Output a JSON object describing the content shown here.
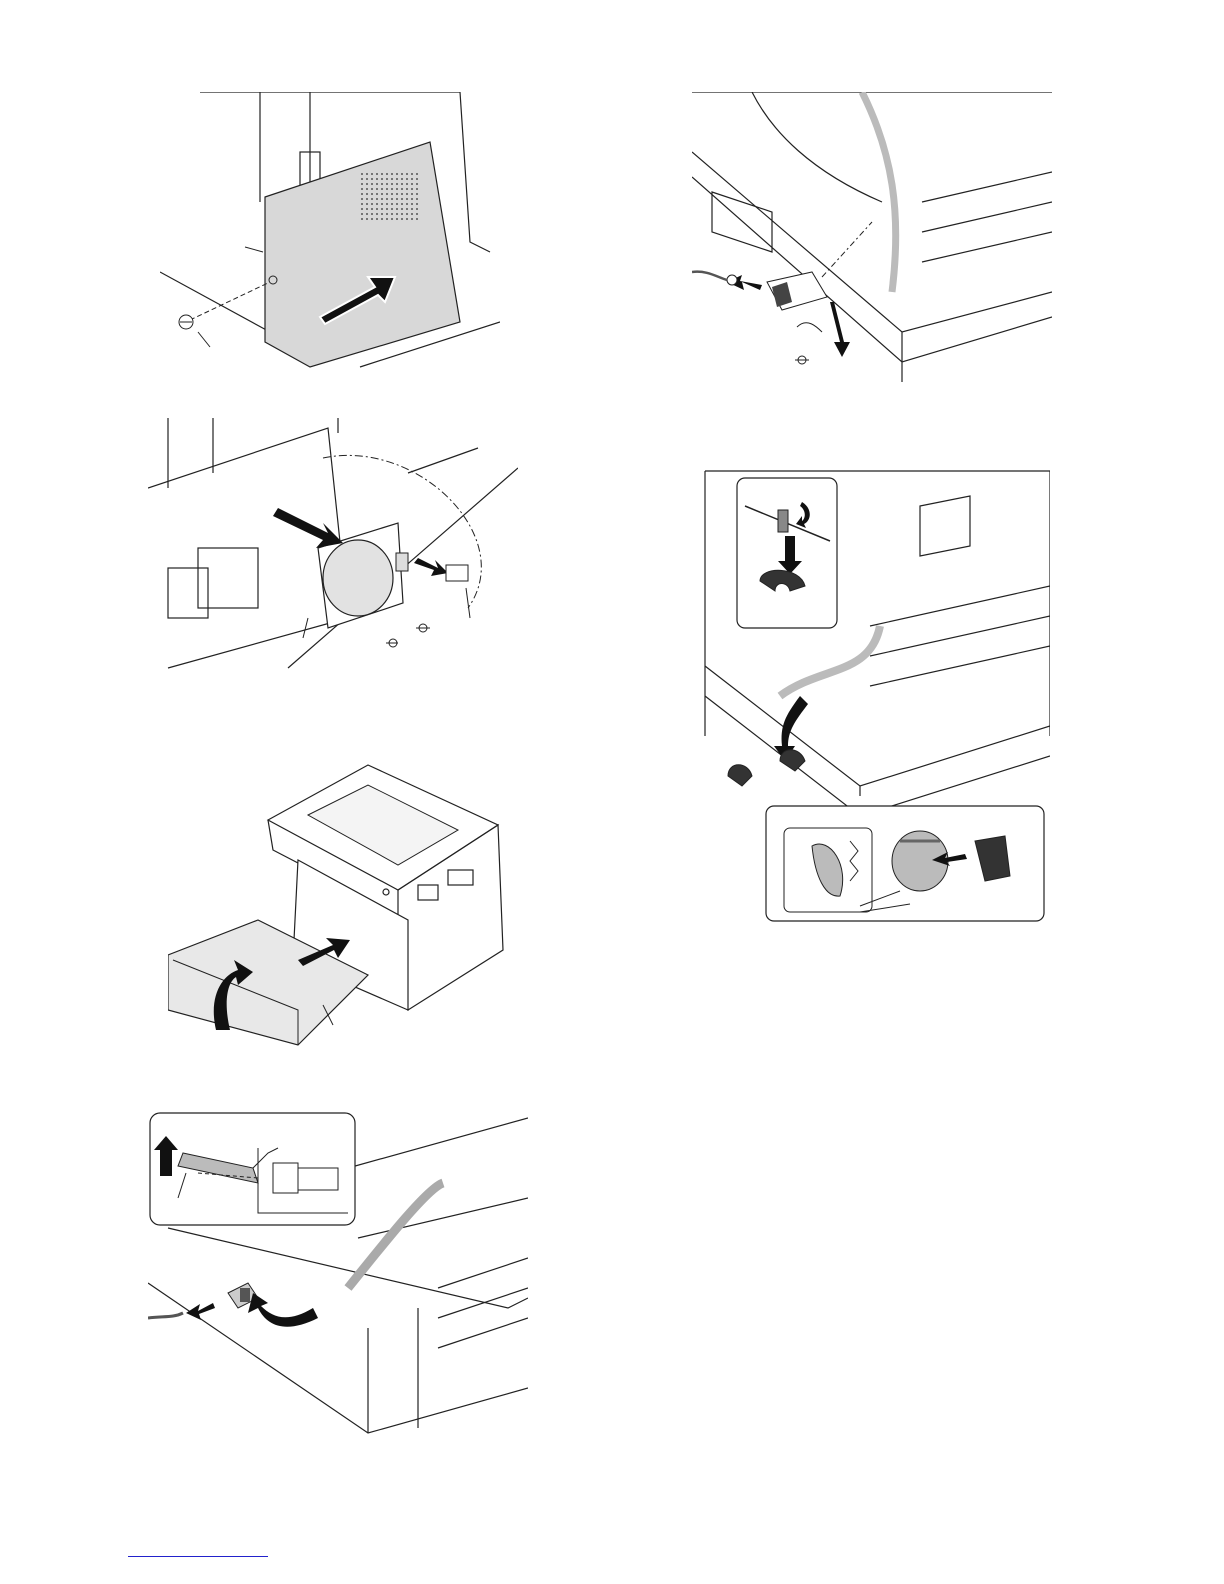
{
  "page": {
    "figures": [
      {
        "id": "fig-rear-cover",
        "icon": "rear-cover-removal-illustration"
      },
      {
        "id": "fig-motor-unit",
        "icon": "motor-unit-removal-illustration"
      },
      {
        "id": "fig-paper-tray",
        "icon": "paper-tray-removal-illustration"
      },
      {
        "id": "fig-pwb-connector",
        "icon": "connector-lever-illustration"
      },
      {
        "id": "fig-sensor-bracket",
        "icon": "sensor-bracket-removal-illustration"
      },
      {
        "id": "fig-roller-replace",
        "icon": "paper-feed-roller-illustration"
      }
    ],
    "footer_link_color": "#2222cc"
  }
}
